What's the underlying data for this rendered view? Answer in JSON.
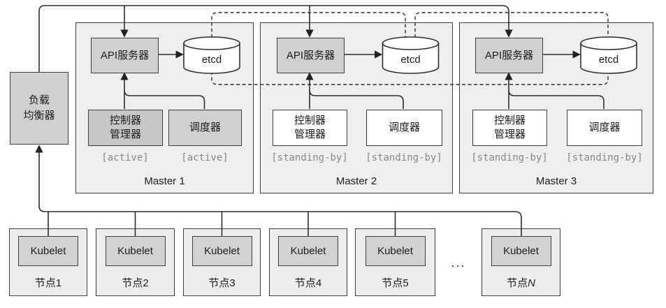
{
  "colors": {
    "panel_fill": "#efefed",
    "box_fill": "#d0d0ce",
    "active_cm_fill": "#c8c8c6",
    "standby_box_fill": "#ffffff",
    "node_fill": "#ededeb",
    "kubelet_fill": "#d2d2d0",
    "border": "#3e3e3e",
    "line": "#2d2d2d",
    "status_text": "#878787"
  },
  "load_balancer": {
    "line1": "负载",
    "line2": "均衡器"
  },
  "masters": [
    {
      "name": "Master 1",
      "api_server": "API服务器",
      "etcd": "etcd",
      "cm_line1": "控制器",
      "cm_line2": "管理器",
      "scheduler": "调度器",
      "cm_status": "[active]",
      "scheduler_status": "[active]"
    },
    {
      "name": "Master 2",
      "api_server": "API服务器",
      "etcd": "etcd",
      "cm_line1": "控制器",
      "cm_line2": "管理器",
      "scheduler": "调度器",
      "cm_status": "[standing-by]",
      "scheduler_status": "[standing-by]"
    },
    {
      "name": "Master 3",
      "api_server": "API服务器",
      "etcd": "etcd",
      "cm_line1": "控制器",
      "cm_line2": "管理器",
      "scheduler": "调度器",
      "cm_status": "[standing-by]",
      "scheduler_status": "[standing-by]"
    }
  ],
  "nodes": [
    {
      "kubelet": "Kubelet",
      "label_prefix": "节点",
      "label_num": "1"
    },
    {
      "kubelet": "Kubelet",
      "label_prefix": "节点",
      "label_num": "2"
    },
    {
      "kubelet": "Kubelet",
      "label_prefix": "节点",
      "label_num": "3"
    },
    {
      "kubelet": "Kubelet",
      "label_prefix": "节点",
      "label_num": "4"
    },
    {
      "kubelet": "Kubelet",
      "label_prefix": "节点",
      "label_num": "5"
    },
    {
      "kubelet": "Kubelet",
      "label_prefix": "节点",
      "label_num": "N"
    }
  ],
  "ellipsis": "..."
}
